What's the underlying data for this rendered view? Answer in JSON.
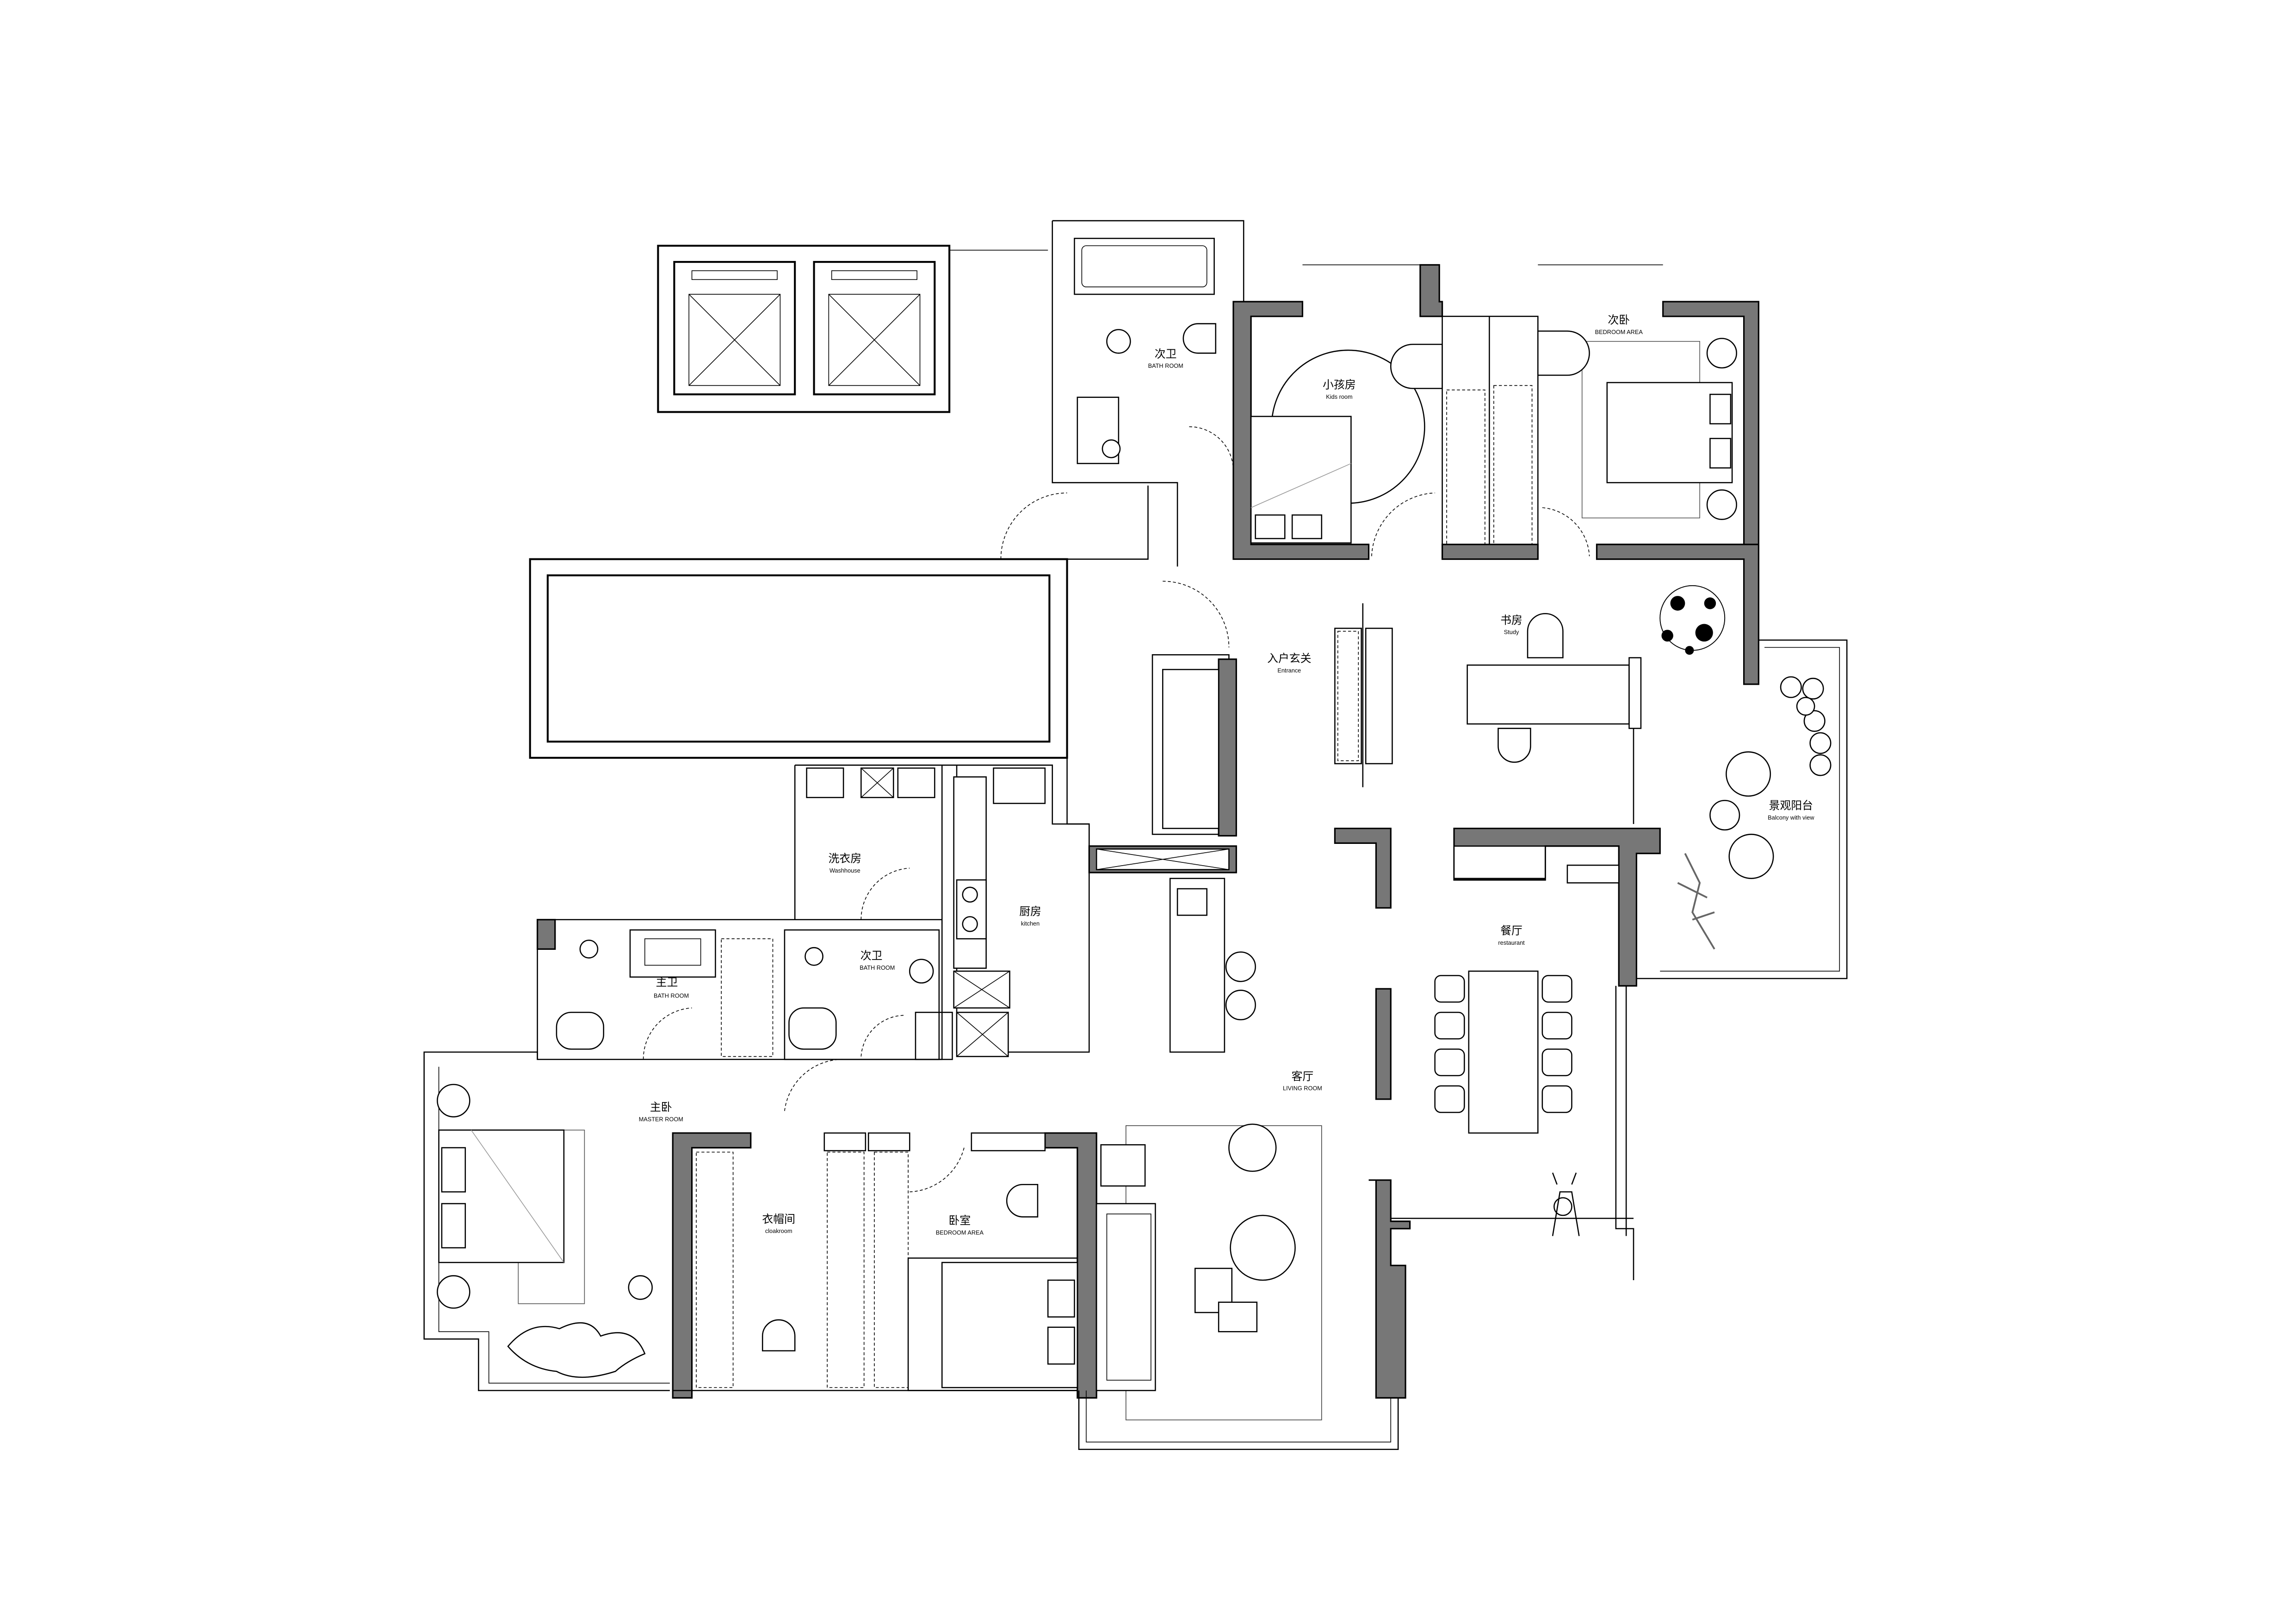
{
  "plan": {
    "rooms": [
      {
        "zh": "次卫",
        "en": "BATH ROOM"
      },
      {
        "zh": "小孩房",
        "en": "Kids room"
      },
      {
        "zh": "次卧",
        "en": "BEDROOM AREA"
      },
      {
        "zh": "书房",
        "en": "Study"
      },
      {
        "zh": "入户玄关",
        "en": "Entrance"
      },
      {
        "zh": "景观阳台",
        "en": "Balcony with view"
      },
      {
        "zh": "洗衣房",
        "en": "Washhouse"
      },
      {
        "zh": "厨房",
        "en": "kitchen"
      },
      {
        "zh": "主卫",
        "en": "BATH ROOM"
      },
      {
        "zh": "次卫",
        "en": "BATH ROOM"
      },
      {
        "zh": "餐厅",
        "en": "restaurant"
      },
      {
        "zh": "客厅",
        "en": "LIVING ROOM"
      },
      {
        "zh": "主卧",
        "en": "MASTER ROOM"
      },
      {
        "zh": "衣帽间",
        "en": "cloakroom"
      },
      {
        "zh": "卧室",
        "en": "BEDROOM AREA"
      }
    ],
    "colors": {
      "wall": "#777777",
      "line": "#000000"
    }
  }
}
